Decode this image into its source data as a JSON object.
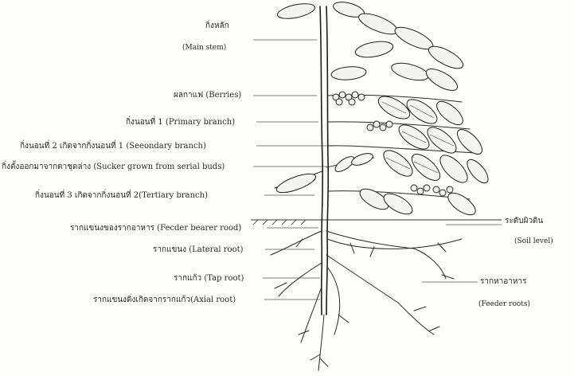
{
  "labels": {
    "main_stem_th": "กิ่งหลัก",
    "main_stem_en": "(Main stem)",
    "berries": "ผลกาแฟ (Berries)",
    "primary_branch": "กิ่งนอนที่ 1 (Primary branch)",
    "secondary_branch": "กิ่งนอนที่ 2 เกิดจากกิ่งนอนที่ 1 (Seeondary branch)",
    "sucker": "กิ่งตั้งออกมาจากตาชุดล่าง (Sucker grown from serial buds)",
    "tertiary_branch": "กิ่งนอนที่ 3 เกิดจากกิ่งนอนที่ 2(Tertiary branch)",
    "feeder_bearer": "รากแขนงของรากอาหาร (Fecder bearer rood)",
    "lateral_root": "รากแขนง (Lateral root)",
    "tap_root": "รากแก้ว (Tap root)",
    "axial_root": "รากแขนงดิ่งเกิดจากรากแก้ว(Axial root)",
    "soil_level_th": "ระดับผิวดิน",
    "soil_level_en": "(Soil level)",
    "feeder_roots_th": "รากหาอาหาร",
    "feeder_roots_en": "(Feeder roots)"
  }
}
